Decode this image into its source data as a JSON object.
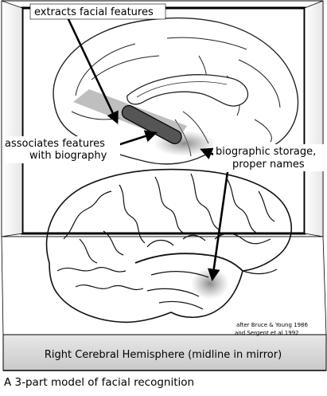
{
  "labels": {
    "extracts": "extracts facial features",
    "associates_line1": "associates features",
    "associates_line2": "with biography",
    "storage_line1": "biographic storage,",
    "storage_line2": "proper names"
  },
  "credit": {
    "line1": "after Bruce & Young 1986",
    "line2": "and Sergent et al 1992"
  },
  "base_label": "Right Cerebral Hemisphere (midline in mirror)",
  "caption": "A 3-part model of facial recognition"
}
